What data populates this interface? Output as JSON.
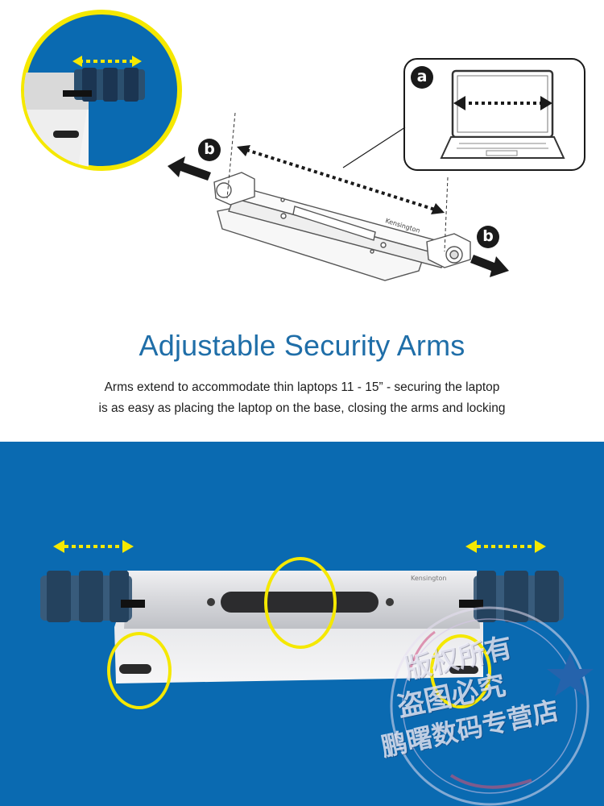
{
  "heading": {
    "title": "Adjustable Security Arms",
    "description": [
      "Arms extend to accommodate thin laptops 11 - 15” - securing the laptop",
      "is as easy as placing the laptop on the base, closing the arms and locking"
    ]
  },
  "diagram": {
    "callout_a": "a",
    "callout_b_left": "b",
    "callout_b_right": "b",
    "brand_mark": "Kensington"
  },
  "photo": {
    "brand_mark": "Kensington"
  },
  "watermark": {
    "lines": [
      "版权所有",
      "盗图必究",
      "鹏曙数码专营店"
    ]
  },
  "colors": {
    "title_blue": "#1f6ea8",
    "panel_blue": "#0a6ab1",
    "highlight_yellow": "#f5e800",
    "arrow_dark": "#1a1a1a"
  },
  "icons": [
    "double-arrow-icon",
    "laptop-icon",
    "security-stand-illustration",
    "lock-icon"
  ]
}
